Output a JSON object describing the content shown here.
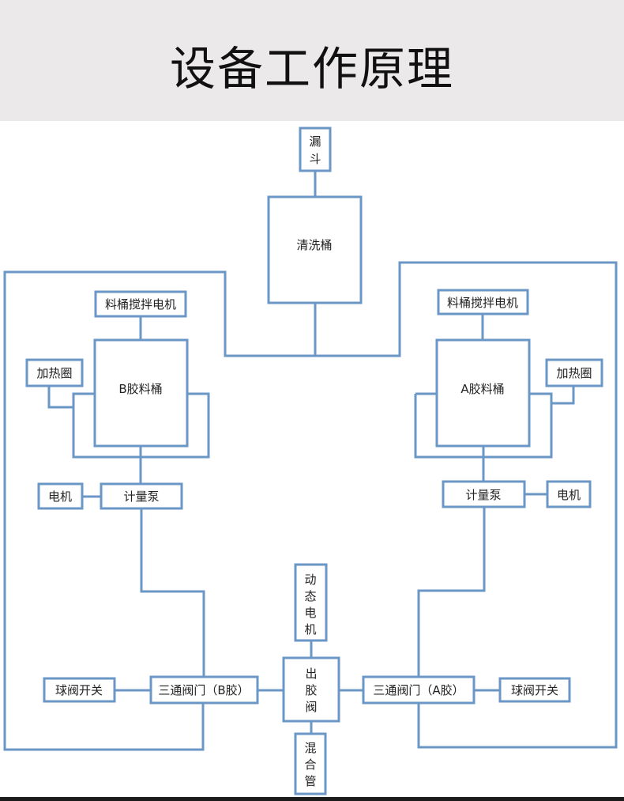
{
  "header": {
    "title": "设备工作原理"
  },
  "theme": {
    "line_color": "#6b97c7",
    "header_bg": "#ebe9ea"
  },
  "diagram": {
    "funnel": {
      "lines": [
        "漏",
        "斗"
      ]
    },
    "cleaning_tank": "清洗桶",
    "b_side": {
      "stir_motor": "料桶搅拌电机",
      "tank": "B胶料桶",
      "heater": "加热圈",
      "motor": "电机",
      "meter_pump": "计量泵",
      "three_way_valve": "三通阀门（B胶）",
      "ball_valve": "球阀开关"
    },
    "a_side": {
      "stir_motor": "料桶搅拌电机",
      "tank": "A胶料桶",
      "heater": "加热圈",
      "motor": "电机",
      "meter_pump": "计量泵",
      "three_way_valve": "三通阀门（A胶）",
      "ball_valve": "球阀开关"
    },
    "dynamic_motor": {
      "lines": [
        "动",
        "态",
        "电",
        "机"
      ]
    },
    "dispense_valve": {
      "lines": [
        "出",
        "胶",
        "阀"
      ]
    },
    "mixing_tube": {
      "lines": [
        "混",
        "合",
        "管"
      ]
    }
  }
}
